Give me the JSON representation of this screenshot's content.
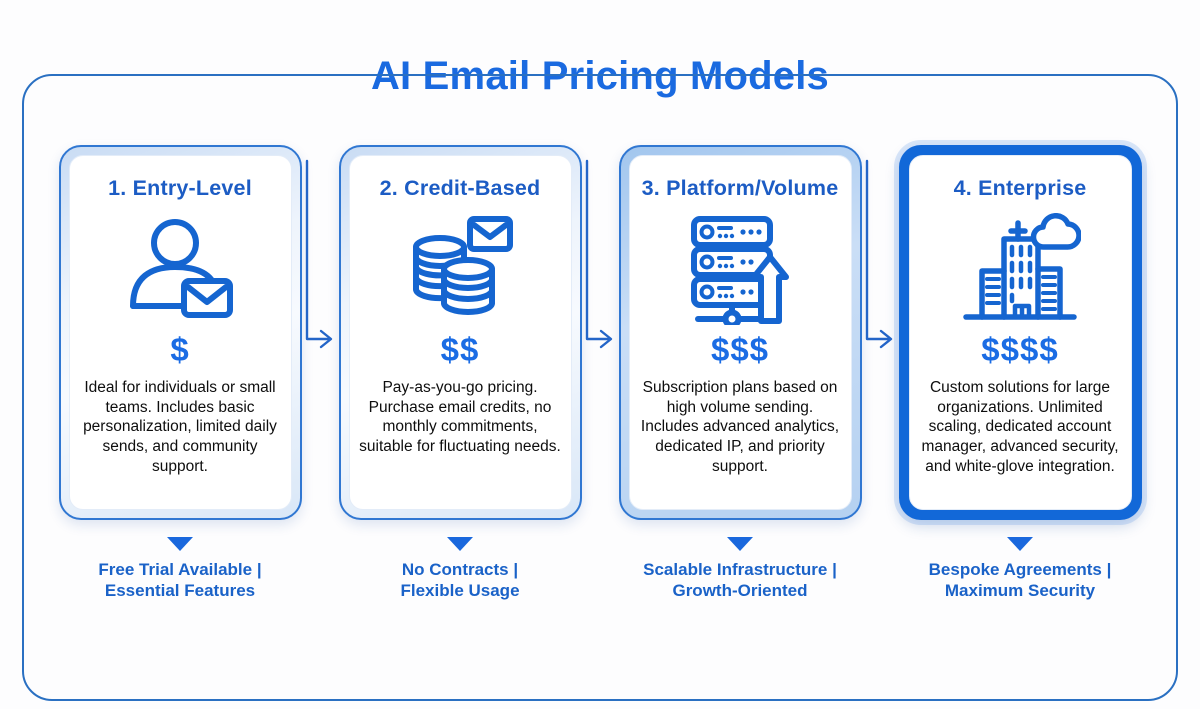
{
  "title": "AI Email Pricing Models",
  "colors": {
    "title_blue": "#1a6ae0",
    "heading_blue": "#1c5cc4",
    "icon_blue": "#1565d0",
    "dollar_blue": "#1b6ce4",
    "footer_blue": "#1a62c8",
    "card_border_blue": "#3077d2",
    "highlight_blue": "#1268d8",
    "arrow_blue": "#2465c8",
    "description_black": "#0e0e0e"
  },
  "cards": [
    {
      "heading": "1. Entry-Level",
      "icon": "person-email-icon",
      "price_tier": "$",
      "description": "Ideal for individuals or small teams. Includes basic personalization, limited daily sends, and community support.",
      "footer_line1": "Free Trial Available |",
      "footer_line2": "Essential Features",
      "highlighted": false
    },
    {
      "heading": "2. Credit-Based",
      "icon": "coins-email-icon",
      "price_tier": "$$",
      "description": "Pay-as-you-go pricing. Purchase email credits, no monthly commitments, suitable for fluctuating needs.",
      "footer_line1": "No Contracts |",
      "footer_line2": "Flexible Usage",
      "highlighted": false
    },
    {
      "heading": "3. Platform/Volume",
      "icon": "server-growth-icon",
      "price_tier": "$$$",
      "description": "Subscription plans based on high volume sending. Includes advanced analytics, dedicated IP, and priority support.",
      "footer_line1": "Scalable Infrastructure |",
      "footer_line2": "Growth-Oriented",
      "highlighted": false
    },
    {
      "heading": "4. Enterprise",
      "icon": "buildings-cloud-icon",
      "price_tier": "$$$$",
      "description": "Custom solutions for large organizations. Unlimited scaling, dedicated account manager, advanced security, and white-glove integration.",
      "footer_line1": "Bespoke Agreements |",
      "footer_line2": "Maximum Security",
      "highlighted": true
    }
  ]
}
